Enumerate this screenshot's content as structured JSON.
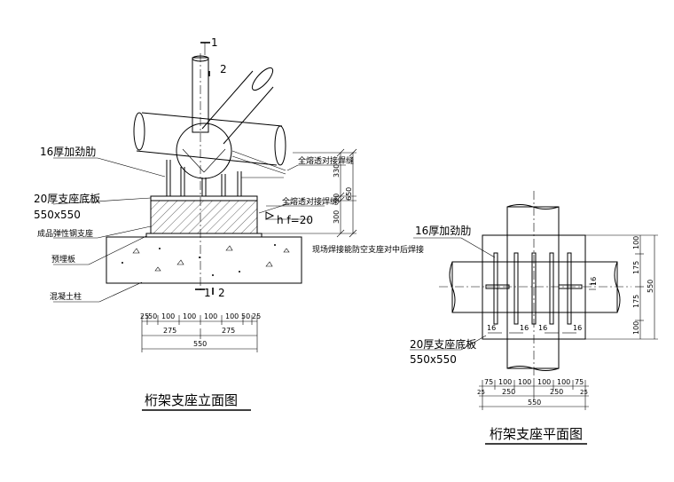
{
  "elevation": {
    "title": "桁架支座立面图",
    "section_mark_1": "1",
    "section_mark_2": "2",
    "label_stiffener": "16厚加劲肋",
    "label_base_plate": "20厚支座底板",
    "label_base_plate_size": "550x550",
    "label_elastic_support": "成品弹性钢支座",
    "label_embed_plate": "预埋板",
    "label_concrete_column": "混凝土柱",
    "weld_label_upper": "全熔透对接焊缝",
    "weld_label_lower": "全熔透对接焊缝",
    "weld_h": "h f=20",
    "note_site": "现场焊接能防空支座对中后焊接",
    "dim_right": [
      "330",
      "20",
      "300"
    ],
    "dim_right_total": "650",
    "dims_row1": [
      "25",
      "50",
      "100",
      "100",
      "100",
      "100",
      "50",
      "25"
    ],
    "dims_row2": [
      "275",
      "275"
    ],
    "dims_total": "550"
  },
  "plan": {
    "title": "桁架支座平面图",
    "label_stiffener": "16厚加劲肋",
    "label_base_plate": "20厚支座底板",
    "label_base_plate_size": "550x550",
    "stiffener_thk": [
      "16",
      "16",
      "16",
      "16"
    ],
    "stiffener_thk_right": "16",
    "dim_right": [
      "100",
      "175",
      "175",
      "100"
    ],
    "dim_right_total": "550",
    "dims_row1": [
      "75",
      "100",
      "100",
      "100",
      "100",
      "75"
    ],
    "dims_row1_edge": [
      "25",
      "25"
    ],
    "dims_row2": [
      "250",
      "250"
    ],
    "dims_total": "550"
  }
}
